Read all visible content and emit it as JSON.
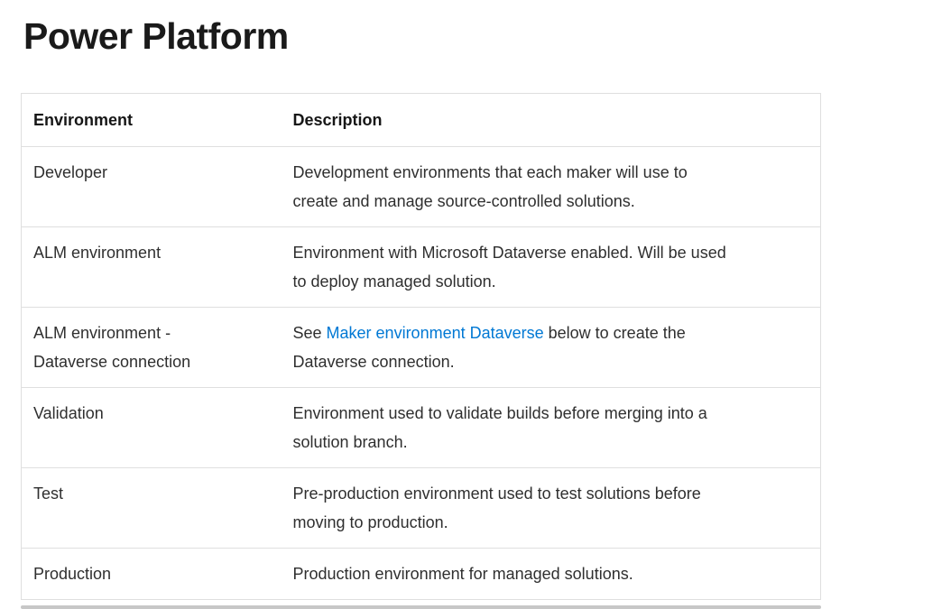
{
  "page_title": "Power Platform",
  "colors": {
    "heading_text": "#1a1a1a",
    "body_text": "#2f2f2f",
    "table_border": "#dfdfdf",
    "link": "#0078d4",
    "scrollbar": "#c7c7c7"
  },
  "table": {
    "headers": {
      "environment": "Environment",
      "description": "Description"
    },
    "rows": [
      {
        "environment": "Developer",
        "description": "Development environments that each maker will use to\ncreate and manage source-controlled solutions."
      },
      {
        "environment": "ALM environment",
        "description": "Environment with Microsoft Dataverse enabled. Will be used\nto deploy managed solution."
      },
      {
        "environment": "ALM environment -\nDataverse connection",
        "description_before": "See ",
        "description_link": "Maker environment Dataverse",
        "description_after": " below to create the\nDataverse connection."
      },
      {
        "environment": "Validation",
        "description": "Environment used to validate builds before merging into a\nsolution branch."
      },
      {
        "environment": "Test",
        "description": "Pre-production environment used to test solutions before\nmoving to production."
      },
      {
        "environment": "Production",
        "description": "Production environment for managed solutions."
      }
    ]
  }
}
